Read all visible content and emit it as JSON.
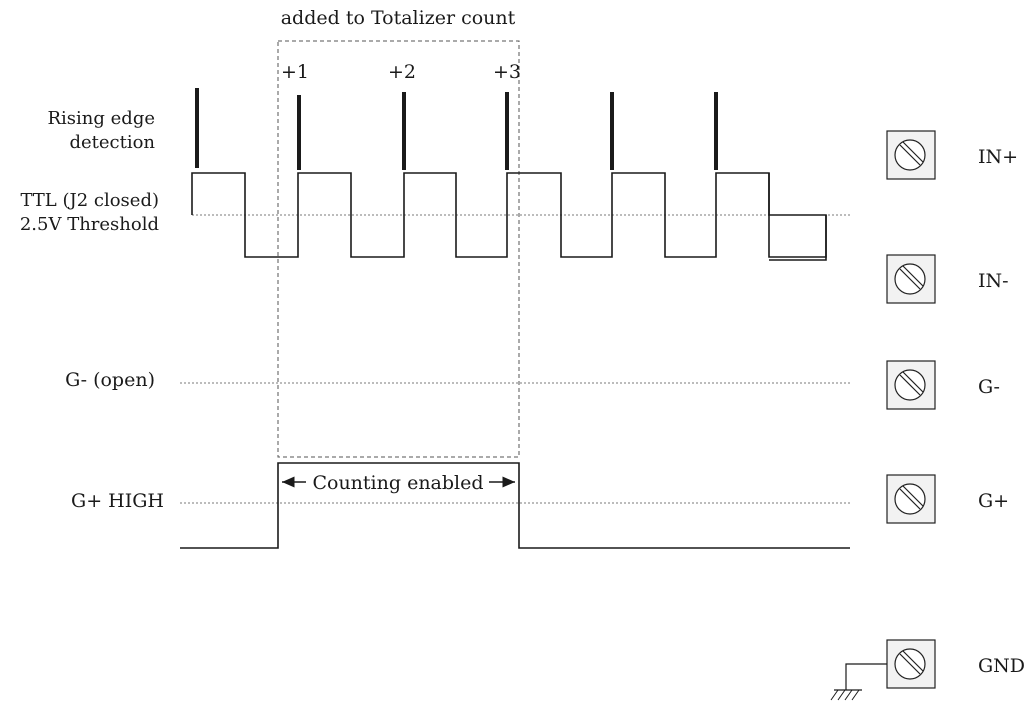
{
  "header": {
    "counted_label": "added to Totalizer count"
  },
  "counts": [
    "+1",
    "+2",
    "+3"
  ],
  "signals": {
    "rising_edge_line1": "Rising edge",
    "rising_edge_line2": "detection",
    "ttl_line1": "TTL (J2 closed)",
    "ttl_line2": "2.5V Threshold",
    "g_minus": "G- (open)",
    "g_plus": "G+ HIGH"
  },
  "gate": {
    "label": "Counting enabled"
  },
  "terminals": [
    "IN+",
    "IN-",
    "G-",
    "G+",
    "GND"
  ]
}
